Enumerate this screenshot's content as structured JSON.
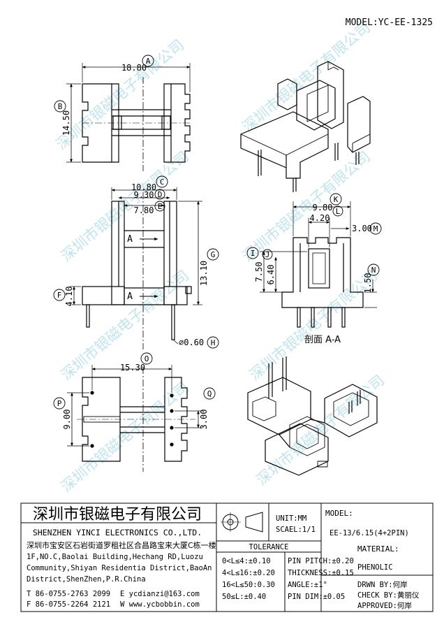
{
  "model_header": "MODEL:YC-EE-1325",
  "section_label": "剖面 A-A",
  "watermark": "深圳市银磁电子有限公司",
  "dims": {
    "A": {
      "letter": "A",
      "value": "18.80"
    },
    "B": {
      "letter": "B",
      "value": "14.50"
    },
    "C": {
      "letter": "C",
      "value": "10.80"
    },
    "D": {
      "letter": "D",
      "value": "9.30"
    },
    "E": {
      "letter": "E",
      "value": "7.80"
    },
    "F": {
      "letter": "F",
      "value": "4.10"
    },
    "G": {
      "letter": "G",
      "value": "13.10"
    },
    "H": {
      "letter": "H",
      "value": "⌀0.60"
    },
    "I": {
      "letter": "I",
      "value": "7.50"
    },
    "J": {
      "letter": "J",
      "value": "6.40"
    },
    "K": {
      "letter": "K",
      "value": "9.80"
    },
    "L": {
      "letter": "L",
      "value": "4.20"
    },
    "M": {
      "letter": "M",
      "value": "3.00"
    },
    "N": {
      "letter": "N",
      "value": "1.50"
    },
    "O": {
      "letter": "O",
      "value": "15.30"
    },
    "P": {
      "letter": "P",
      "value": "9.00"
    },
    "Q": {
      "letter": "Q",
      "value": "3.00"
    }
  },
  "section_arrow_label": "A",
  "title_block": {
    "company_cn": "深圳市银磁电子有限公司",
    "company_en": "SHENZHEN YINCI ELECTRONICS CO.,LTD.",
    "address_cn": "深圳市宝安区石岩街道罗租社区合昌路宝来大厦C栋一楼",
    "address_en": [
      "1F,NO.C,Baolai Building,Hechang RD,Luozu",
      "Community,Shiyan Residentia District,BaoAn",
      "District,ShenZhen,P.R.China"
    ],
    "tel": "T 86-0755-2763 2099",
    "fax": "F 86-0755-2264 2121",
    "email": "E ycdianzi@163.com",
    "web": "W www.ycbobbin.com",
    "unit": "UNIT:MM",
    "scale": "SCAEL:1/1",
    "model_label": "MODEL:",
    "model_value": "EE-13/6.15(4+2PIN)",
    "tolerance_label": "TOLERANCE",
    "tolerance_left": [
      "0<L≤4:±0.10",
      "4<L≤16:±0.20",
      "16<L≤50:0.30",
      "50≤L:±0.40"
    ],
    "tolerance_right": [
      "PIN PITCH:±0.20",
      "THICKNESS:±0.15",
      "ANGLE:±1°",
      "PIN DIM:±0.05"
    ],
    "material_label": "MATERIAL:",
    "material_value": "PHENOLIC",
    "drawn_by": "DRWN BY:何岸",
    "check_by": "CHECK BY:黄丽仪",
    "approved": "APPROVED:何岸"
  }
}
